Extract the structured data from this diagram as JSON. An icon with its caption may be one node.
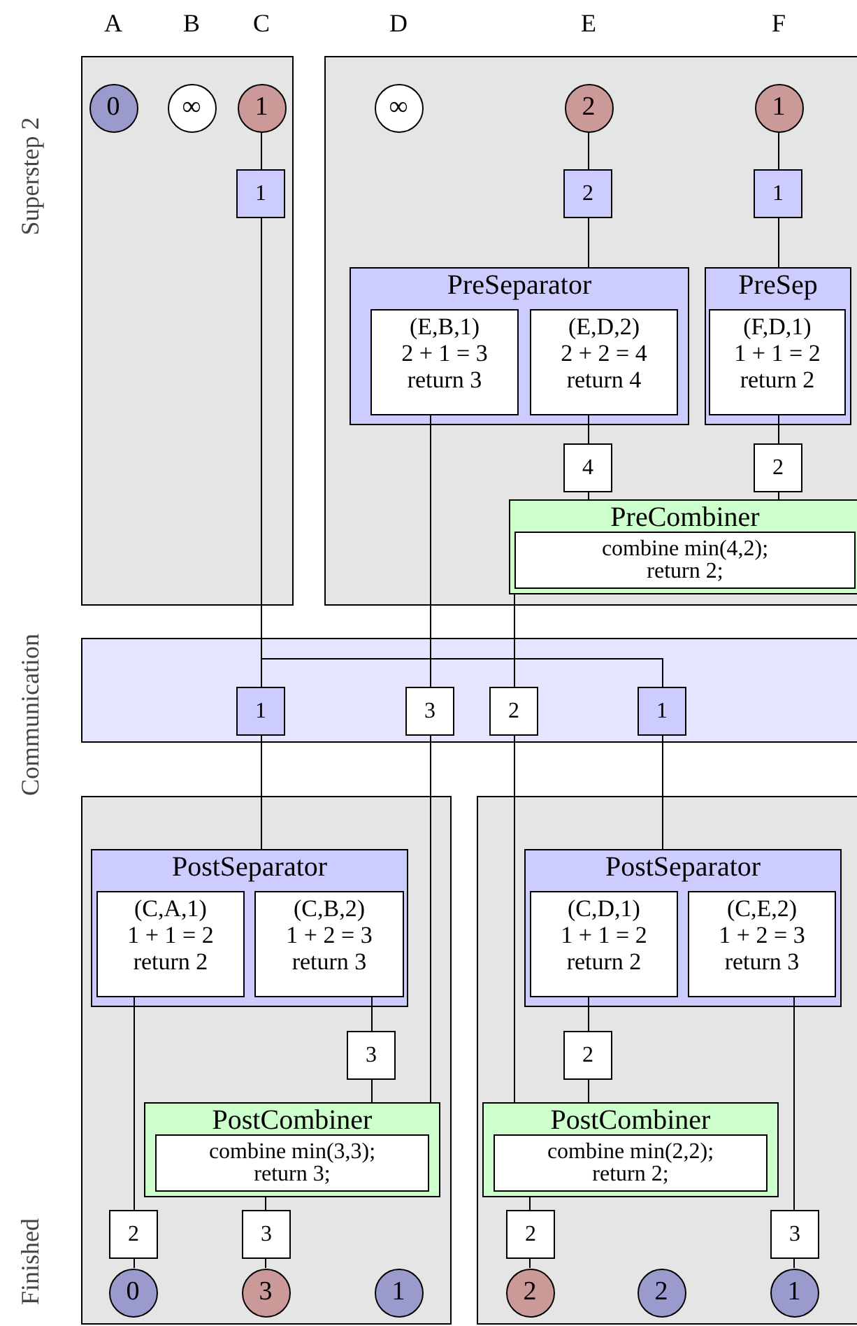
{
  "diagram": {
    "nodes": [
      {
        "text": [],
        "shape": "box"
      },
      {
        "text": [],
        "shape": "box"
      },
      {
        "text": [
          "0"
        ],
        "in": 0
      },
      {
        "text": [
          "∞"
        ],
        "in": 0
      },
      {
        "text": [
          "1"
        ],
        "in": 0
      },
      {
        "text": [
          "∞"
        ],
        "in": 1
      },
      {
        "text": [
          "2"
        ],
        "in": 1
      },
      {
        "text": [
          "1"
        ],
        "in": 1
      },
      {
        "text": [
          "1"
        ],
        "in": 0
      },
      {
        "text": [
          "2"
        ],
        "in": 1
      },
      {
        "text": [
          "1"
        ],
        "in": 1
      },
      {
        "text": [
          "PreSeparator"
        ],
        "in": 1
      },
      {
        "text": [
          "(E,B,1)",
          "2 + 1 = 3",
          "return 3"
        ],
        "in": 11
      },
      {
        "text": [
          "(E,D,2)",
          "2 + 2 = 4",
          "return 4"
        ],
        "in": 11
      },
      {
        "text": [
          "PreSep"
        ],
        "in": 1
      },
      {
        "text": [
          "(F,D,1)",
          "1 + 1 = 2",
          "return 2"
        ],
        "in": 14
      },
      {
        "text": [
          "4"
        ],
        "in": 1
      },
      {
        "text": [
          "2"
        ],
        "in": 1
      },
      {
        "text": [
          "PreCombiner"
        ],
        "in": 1
      },
      {
        "text": [
          "combine min(4,2);",
          "return 2;"
        ],
        "in": 18
      },
      {
        "text": [],
        "shape": "band"
      },
      {
        "text": [
          "1"
        ],
        "in": 20
      },
      {
        "text": [
          "3"
        ],
        "in": 20
      },
      {
        "text": [
          "2"
        ],
        "in": 20
      },
      {
        "text": [
          "1"
        ],
        "in": 20
      },
      {
        "text": [],
        "shape": "box"
      },
      {
        "text": [],
        "shape": "box"
      },
      {
        "text": [
          "PostSeparator"
        ],
        "in": 25
      },
      {
        "text": [
          "(C,A,1)",
          "1 + 1 = 2",
          "return 2"
        ],
        "in": 27
      },
      {
        "text": [
          "(C,B,2)",
          "1 + 2 = 3",
          "return 3"
        ],
        "in": 27
      },
      {
        "text": [
          "PostSeparator"
        ],
        "in": 26
      },
      {
        "text": [
          "(C,D,1)",
          "1 + 1 = 2",
          "return 2"
        ],
        "in": 30
      },
      {
        "text": [
          "(C,E,2)",
          "1 + 2 = 3",
          "return 3"
        ],
        "in": 30
      },
      {
        "text": [
          "3"
        ],
        "in": 25
      },
      {
        "text": [
          "2"
        ],
        "in": 26
      },
      {
        "text": [
          "PostCombiner"
        ],
        "in": 25
      },
      {
        "text": [
          "combine min(3,3);",
          "return 3;"
        ],
        "in": 35
      },
      {
        "text": [
          "PostCombiner"
        ],
        "in": 26
      },
      {
        "text": [
          "combine min(2,2);",
          "return 2;"
        ],
        "in": 37
      },
      {
        "text": [
          "2"
        ],
        "in": 25
      },
      {
        "text": [
          "3"
        ],
        "in": 25
      },
      {
        "text": [
          "2"
        ],
        "in": 26
      },
      {
        "text": [
          "3"
        ],
        "in": 26
      },
      {
        "text": [
          "0"
        ],
        "in": 25
      },
      {
        "text": [
          "3"
        ],
        "in": 25
      },
      {
        "text": [
          "1"
        ],
        "in": 25
      },
      {
        "text": [
          "2"
        ],
        "in": 26
      },
      {
        "text": [
          "2"
        ],
        "in": 26
      },
      {
        "text": [
          "1"
        ],
        "in": 26
      }
    ],
    "edges": [
      {
        "from": 4,
        "to": 8,
        "arrow": "none"
      },
      {
        "from": 8,
        "to": 21,
        "arrow": "none"
      },
      {
        "from": 8,
        "to": 24,
        "arrow": "none"
      },
      {
        "from": 6,
        "to": 9,
        "arrow": "none"
      },
      {
        "from": 9,
        "to": 11,
        "arrow": "none"
      },
      {
        "from": 7,
        "to": 10,
        "arrow": "none"
      },
      {
        "from": 10,
        "to": 14,
        "arrow": "none"
      },
      {
        "from": 12,
        "to": 22,
        "arrow": "none"
      },
      {
        "from": 13,
        "to": 16,
        "arrow": "none"
      },
      {
        "from": 16,
        "to": 18,
        "arrow": "none"
      },
      {
        "from": 15,
        "to": 17,
        "arrow": "none"
      },
      {
        "from": 17,
        "to": 18,
        "arrow": "none"
      },
      {
        "from": 18,
        "to": 23,
        "arrow": "none"
      },
      {
        "from": 21,
        "to": 27,
        "arrow": "none"
      },
      {
        "from": 22,
        "to": 35,
        "arrow": "none"
      },
      {
        "from": 23,
        "to": 37,
        "arrow": "none"
      },
      {
        "from": 24,
        "to": 30,
        "arrow": "none"
      },
      {
        "from": 28,
        "to": 39,
        "arrow": "none"
      },
      {
        "from": 29,
        "to": 33,
        "arrow": "none"
      },
      {
        "from": 33,
        "to": 35,
        "arrow": "none"
      },
      {
        "from": 31,
        "to": 34,
        "arrow": "none"
      },
      {
        "from": 34,
        "to": 37,
        "arrow": "none"
      },
      {
        "from": 32,
        "to": 42,
        "arrow": "none"
      },
      {
        "from": 35,
        "to": 40,
        "arrow": "none"
      },
      {
        "from": 37,
        "to": 41,
        "arrow": "none"
      },
      {
        "from": 39,
        "to": 43,
        "arrow": "none"
      },
      {
        "from": 40,
        "to": 44,
        "arrow": "none"
      },
      {
        "from": 41,
        "to": 46,
        "arrow": "none"
      },
      {
        "from": 42,
        "to": 48,
        "arrow": "none"
      }
    ],
    "labels": [
      "A",
      "B",
      "C",
      "D",
      "E",
      "F",
      "Superstep 2",
      "Communication",
      "Finished"
    ]
  }
}
